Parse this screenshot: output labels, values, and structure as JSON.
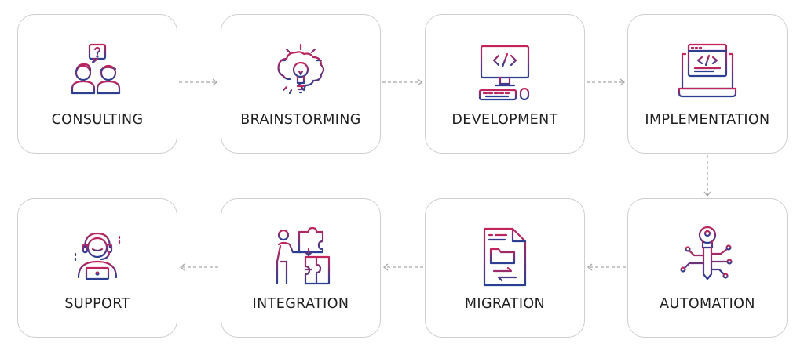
{
  "colors": {
    "icon_gradient_start": "#c2255c",
    "icon_gradient_end": "#2a3f92",
    "card_border": "#cfcfcf",
    "connector": "#a6a6a6"
  },
  "steps": [
    {
      "label": "CONSULTING",
      "icon": "consulting-icon"
    },
    {
      "label": "BRAINSTORMING",
      "icon": "brainstorming-icon"
    },
    {
      "label": "DEVELOPMENT",
      "icon": "development-icon"
    },
    {
      "label": "IMPLEMENTATION",
      "icon": "implementation-icon"
    },
    {
      "label": "AUTOMATION",
      "icon": "automation-icon"
    },
    {
      "label": "MIGRATION",
      "icon": "migration-icon"
    },
    {
      "label": "INTEGRATION",
      "icon": "integration-icon"
    },
    {
      "label": "SUPPORT",
      "icon": "support-icon"
    }
  ]
}
